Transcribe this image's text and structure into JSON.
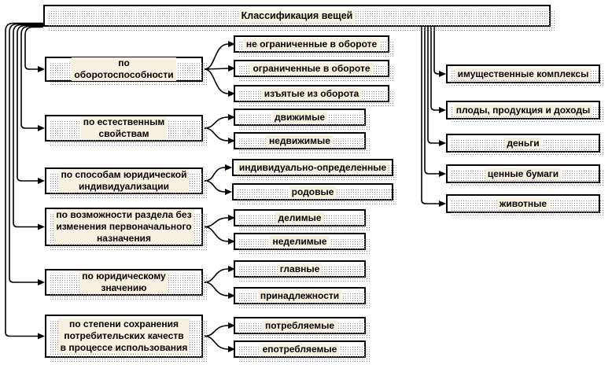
{
  "diagram": {
    "title": "Классификация вещей",
    "categories": [
      {
        "label": "по\nоборотоспособности",
        "children": [
          "не ограниченные в обороте",
          "ограниченные в обороте",
          "изъятые из оборота"
        ]
      },
      {
        "label": "по естественным\nсвойствам",
        "children": [
          "движимые",
          "недвижимые"
        ]
      },
      {
        "label": "по способам юридической\nиндивидуализации",
        "children": [
          "индивидуально-определенные",
          "родовые"
        ]
      },
      {
        "label": "по возможности раздела без\nизменения первоначального\nназначения",
        "children": [
          "делимые",
          "неделимые"
        ]
      },
      {
        "label": "по юридическому\nзначению",
        "children": [
          "главные",
          "принадлежности"
        ]
      },
      {
        "label": "по степени сохранения\nпотребительских качеств\nв процессе использования",
        "children": [
          "потребляемые",
          "епотребляемые"
        ]
      }
    ],
    "special_kinds": [
      "имущественные комплексы",
      "плоды, продукция и доходы",
      "деньги",
      "ценные бумаги",
      "животные"
    ],
    "colors": {
      "background": "#ffffff",
      "box_fill": "#ffffff",
      "box_border": "#000000",
      "text_highlight": "#f7f1df",
      "shadow_dot": "#8f8f8f",
      "line": "#000000"
    }
  }
}
